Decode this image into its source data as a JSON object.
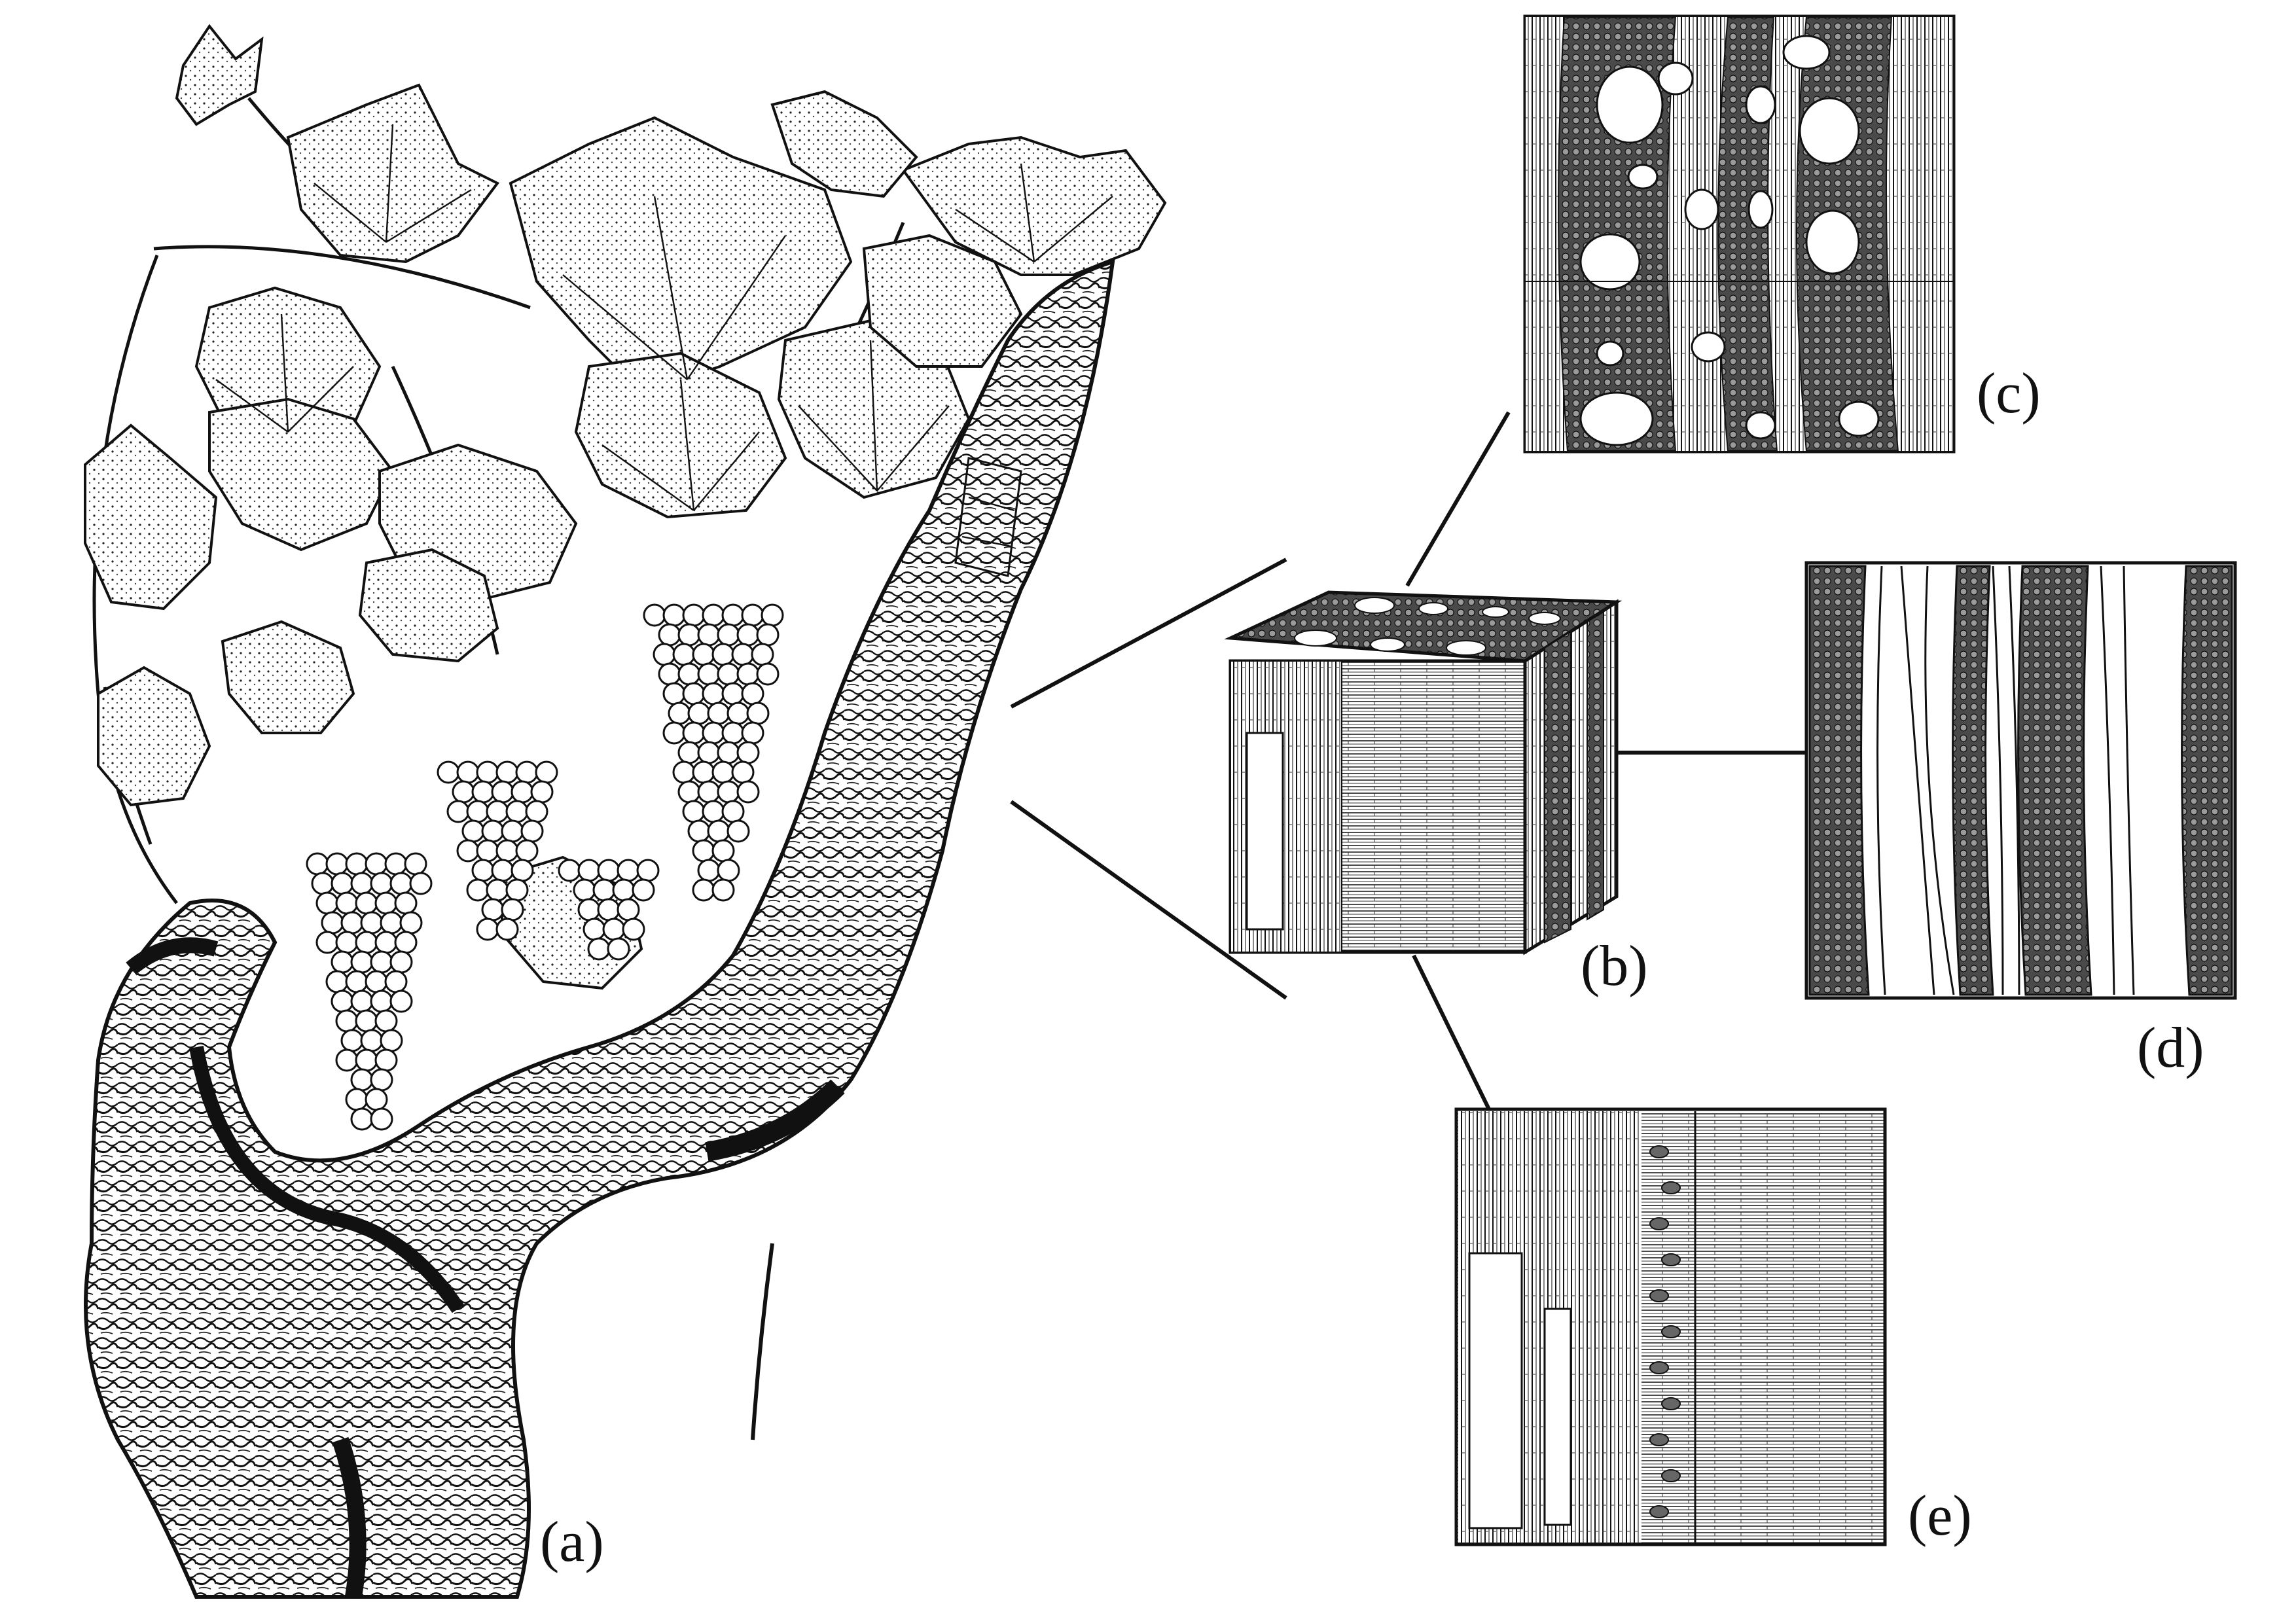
{
  "figure": {
    "panels": [
      {
        "id": "a",
        "label": "(a)",
        "depicts": "grapevine"
      },
      {
        "id": "b",
        "label": "(b)",
        "depicts": "wood-block-3d"
      },
      {
        "id": "c",
        "label": "(c)",
        "depicts": "transverse-section"
      },
      {
        "id": "d",
        "label": "(d)",
        "depicts": "tangential-section"
      },
      {
        "id": "e",
        "label": "(e)",
        "depicts": "radial-section"
      }
    ],
    "colors": {
      "ink": "#111111",
      "paper": "#ffffff",
      "shade": "#3a3a3a",
      "light": "#d9d9d9"
    }
  }
}
